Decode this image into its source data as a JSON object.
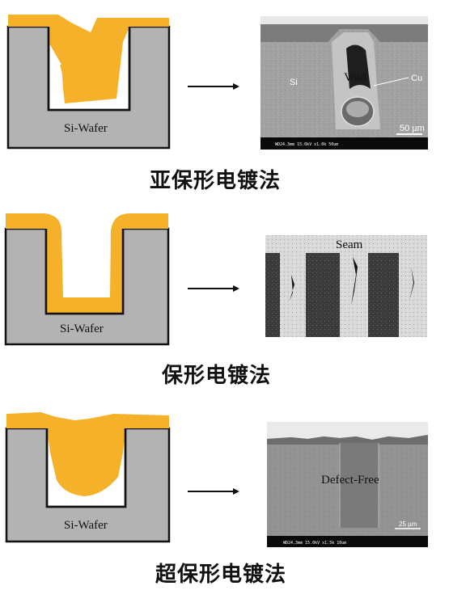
{
  "wafer_label": "Si-Wafer",
  "rows": [
    {
      "caption": "亚保形电镀法",
      "sem_labels": {
        "void": "Void",
        "cu": "Cu",
        "si": "Si",
        "scale": "50 µm"
      }
    },
    {
      "caption": "保形电镀法",
      "sem_labels": {
        "seam": "Seam"
      }
    },
    {
      "caption": "超保形电镀法",
      "sem_labels": {
        "defect_free": "Defect-Free",
        "scale": "25 µm"
      }
    }
  ],
  "colors": {
    "copper": "#f5b12a",
    "silicon": "#b3b3b3",
    "outline": "#111111"
  }
}
